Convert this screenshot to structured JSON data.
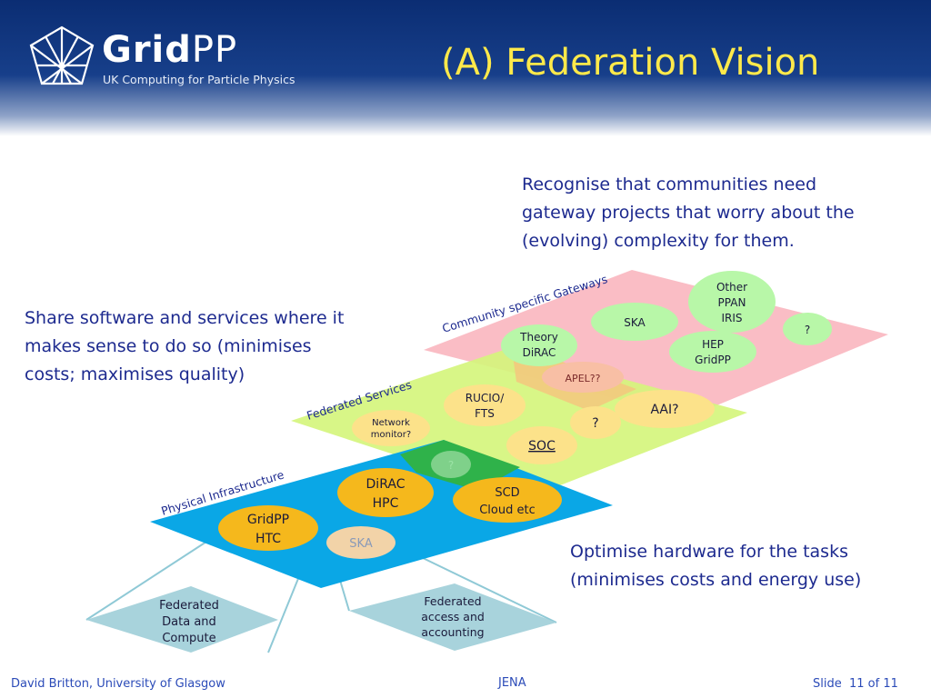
{
  "header": {
    "logo_main": "Grid",
    "logo_accent": "PP",
    "logo_subtitle": "UK Computing for Particle Physics",
    "title": "(A) Federation Vision"
  },
  "notes": {
    "gateways": "Recognise that communities need gateway projects that worry about the (evolving) complexity for them.",
    "share": "Share software and services where it makes sense to do so (minimises costs; maximises quality)",
    "optimise": "Optimise hardware for the tasks (minimises costs and energy use)"
  },
  "layers": {
    "community": "Community specific Gateways",
    "services": "Federated Services",
    "physical": "Physical Infrastructure"
  },
  "nodes": {
    "other_ppan": [
      "Other",
      "PPAN",
      "IRIS"
    ],
    "ska_top": "SKA",
    "q_top": "?",
    "theory": [
      "Theory",
      "DiRAC"
    ],
    "hep": [
      "HEP",
      "GridPP"
    ],
    "apel": "APEL??",
    "rucio": [
      "RUCIO/",
      "FTS"
    ],
    "aai": "AAI?",
    "network": [
      "Network",
      "monitor?"
    ],
    "q_mid": "?",
    "soc": "SOC",
    "q_overlap": "?",
    "dirac_hpc": [
      "DiRAC",
      "HPC"
    ],
    "scd": [
      "SCD",
      "Cloud etc"
    ],
    "gridpp_htc": [
      "GridPP",
      "HTC"
    ],
    "ska_bottom": "SKA"
  },
  "bottom_boxes": {
    "left": [
      "Federated",
      "Data and",
      "Compute"
    ],
    "right": [
      "Federated",
      "access and",
      "accounting"
    ]
  },
  "footer": {
    "author": "David Britton, University of Glasgow",
    "venue": "JENA",
    "slide_label": "Slide",
    "slide_number": "11 of 11"
  },
  "colors": {
    "title": "#ffe94a",
    "note_text": "#1d2a8f",
    "layer_community": "#f9b6bf",
    "layer_services": "#d4f57a",
    "layer_physical": "#0aa7e6",
    "overlap": "#2fb24a",
    "node_yellow": "#fce28a",
    "node_green": "#b8f7a8",
    "node_orange": "#f5b81c",
    "bottom_box": "#a8d3dc"
  }
}
